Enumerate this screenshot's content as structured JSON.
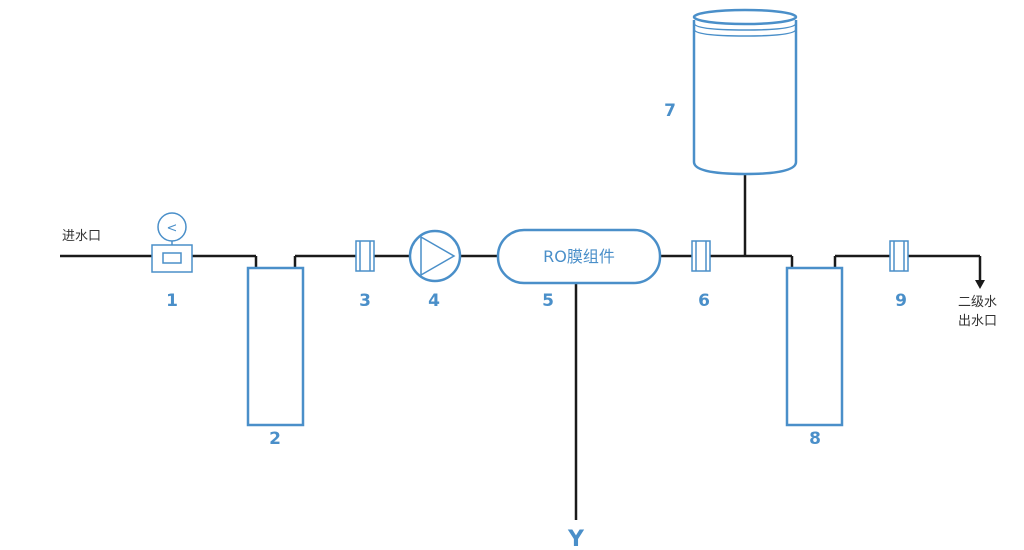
{
  "inlet_label": "进水口",
  "outlet_label_line1": "二级水",
  "outlet_label_line2": "出水口",
  "ro_label": "RO膜组件",
  "gauge_symbol": "<",
  "drain_label": "Y",
  "component_numbers": {
    "n1": "1",
    "n2": "2",
    "n3": "3",
    "n4": "4",
    "n5": "5",
    "n6": "6",
    "n7": "7",
    "n8": "8",
    "n9": "9"
  },
  "colors": {
    "component": "#4a8fc9",
    "pipe": "#1a1a1a"
  }
}
